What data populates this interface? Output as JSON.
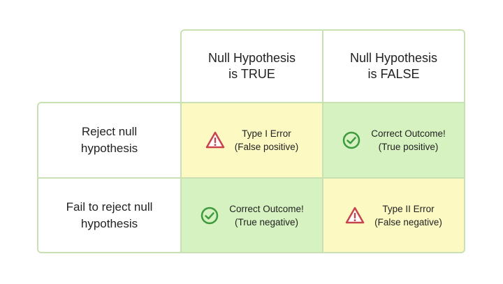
{
  "table": {
    "columns": [
      {
        "label": "Null Hypothesis\nis TRUE"
      },
      {
        "label": "Null Hypothesis\nis FALSE"
      }
    ],
    "rows": [
      {
        "label": "Reject null\nhypothesis",
        "cells": [
          {
            "text": "Type I Error\n(False positive)",
            "icon": "warning-icon",
            "color": "#fcf9c2"
          },
          {
            "text": "Correct Outcome!\n(True positive)",
            "icon": "check-circle-icon",
            "color": "#d6f2c0"
          }
        ]
      },
      {
        "label": "Fail to reject null\nhypothesis",
        "cells": [
          {
            "text": "Correct Outcome!\n(True negative)",
            "icon": "check-circle-icon",
            "color": "#d6f2c0"
          },
          {
            "text": "Type II Error\n(False negative)",
            "icon": "warning-icon",
            "color": "#fcf9c2"
          }
        ]
      }
    ]
  },
  "colors": {
    "border": "#c9e0b3",
    "warning": "#c9434a",
    "check": "#3e9a3e"
  }
}
